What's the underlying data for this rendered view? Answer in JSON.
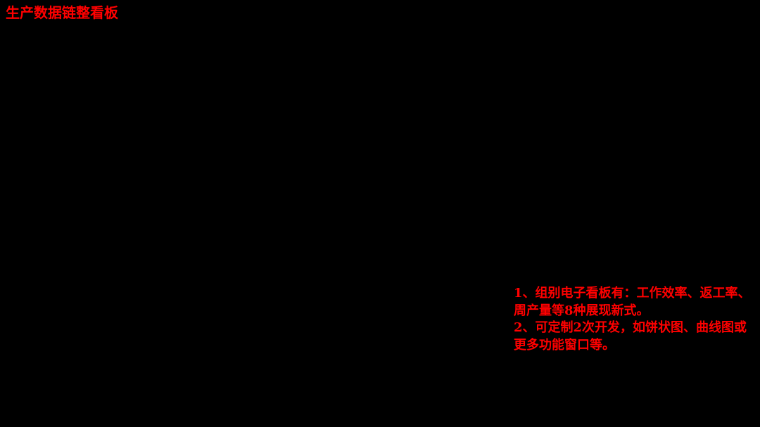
{
  "page": {
    "title": "生产数据链整看板",
    "background_color": "#000000",
    "text_color": "#ff0000"
  },
  "notes": [
    {
      "text": "1、组别电子看板有：工作效率、返工率、周产量等8种展现新式。"
    },
    {
      "text": "2、可定制2次开发，如饼状图、曲线图或更多功能窗口等。"
    }
  ]
}
